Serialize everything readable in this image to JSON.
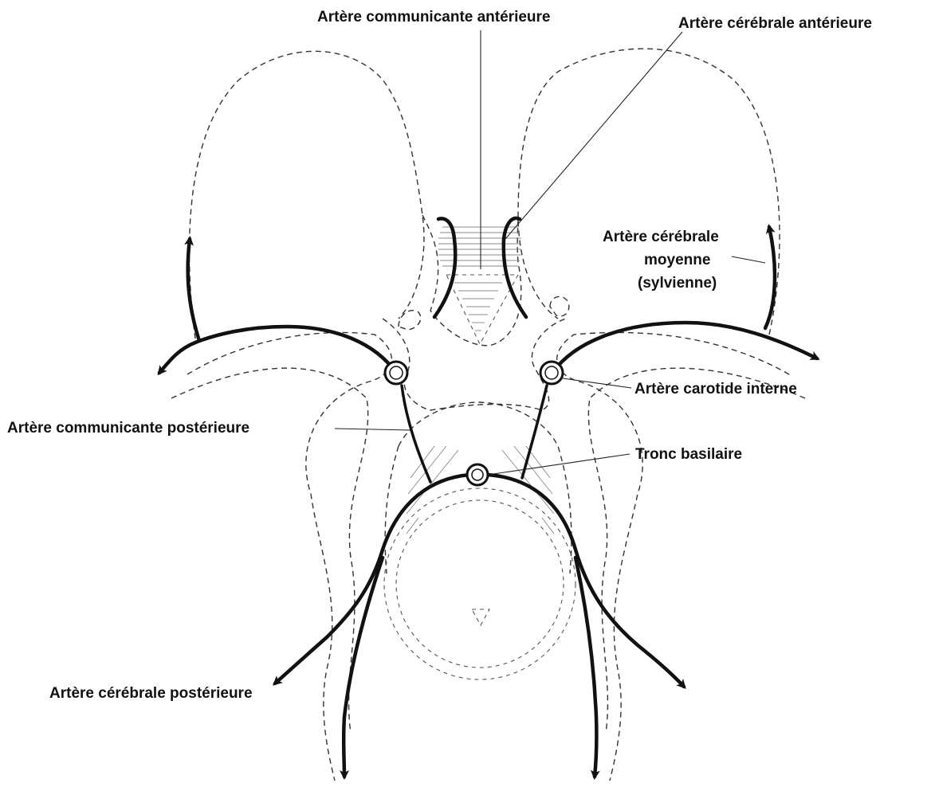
{
  "diagram": {
    "labels": {
      "anterior_communicating": "Artère communicante antérieure",
      "anterior_cerebral": "Artère cérébrale antérieure",
      "middle_cerebral_line1": "Artère cérébrale",
      "middle_cerebral_line2": "moyenne",
      "middle_cerebral_line3": "(sylvienne)",
      "internal_carotid": "Artère carotide interne",
      "posterior_communicating": "Artère communicante postérieure",
      "basilar_trunk": "Tronc basilaire",
      "posterior_cerebral": "Artère cérébrale postérieure"
    }
  }
}
